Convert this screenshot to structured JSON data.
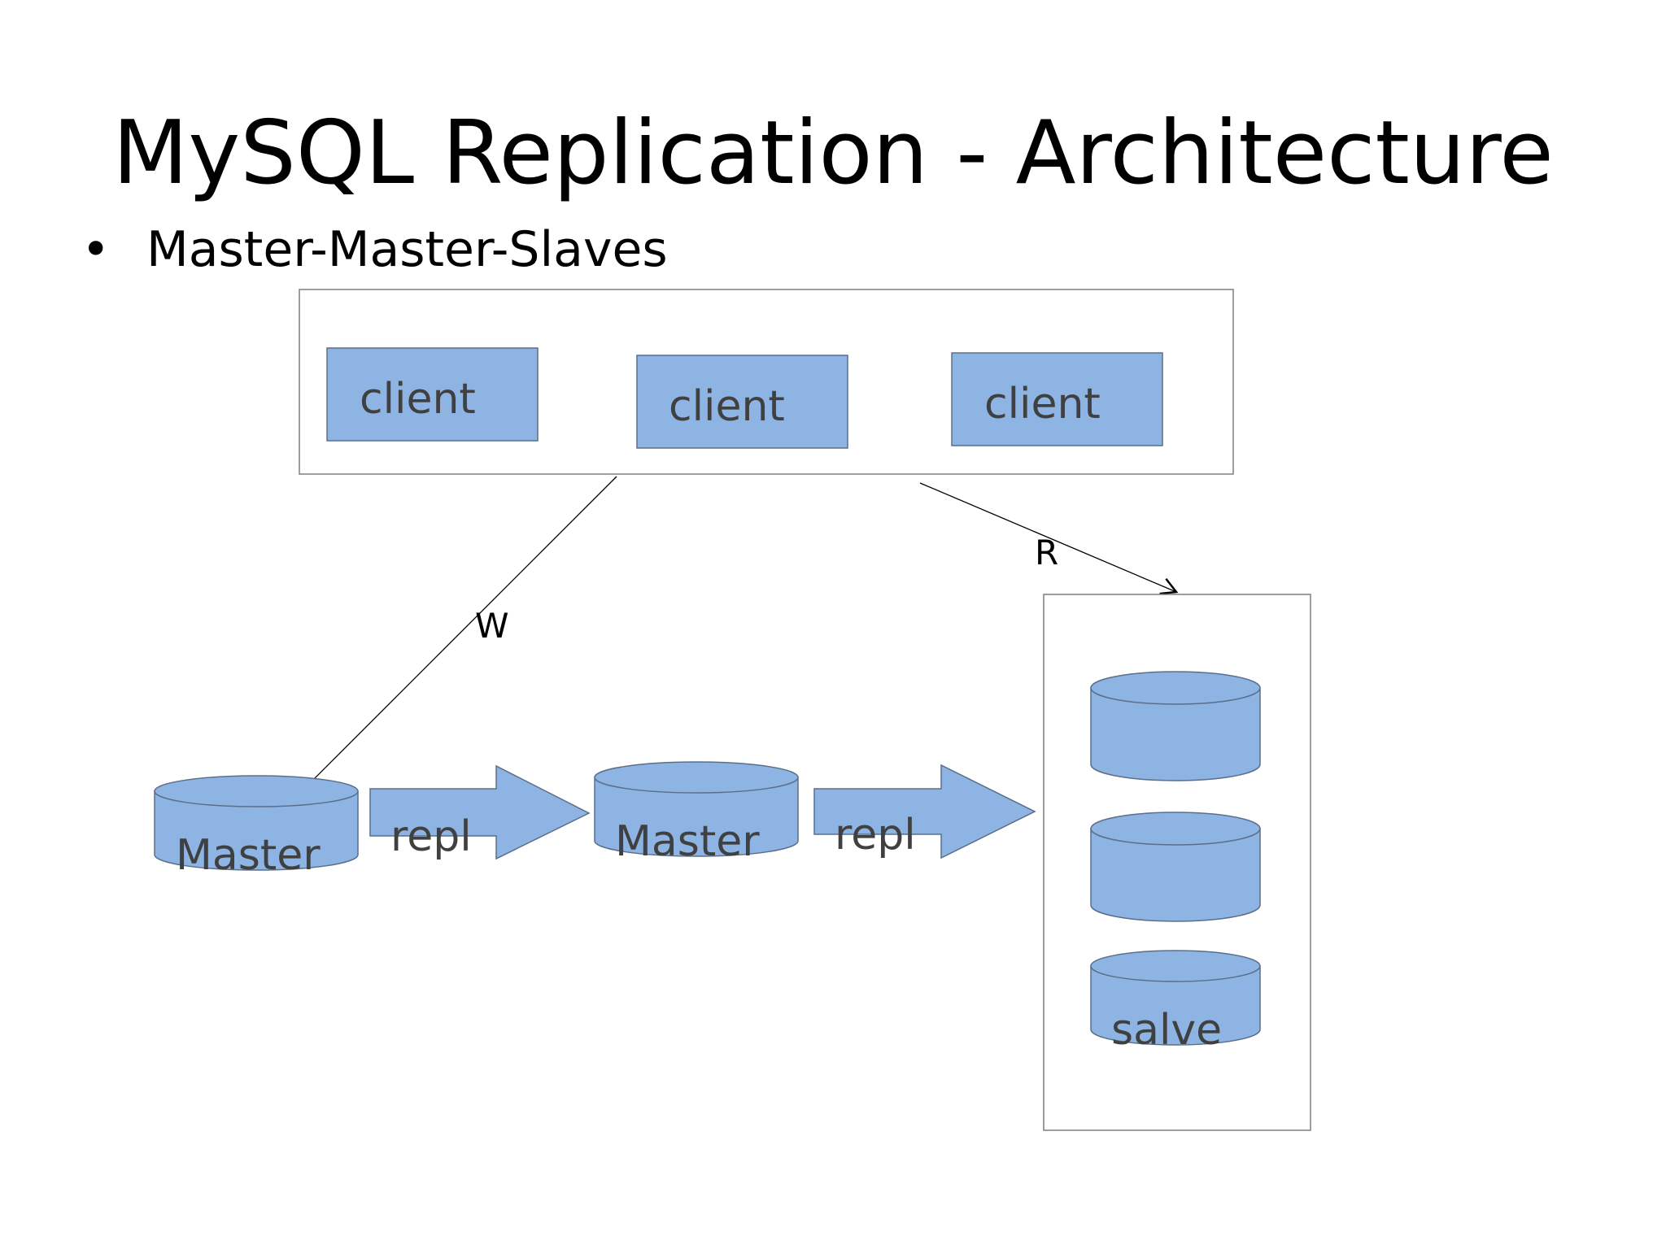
{
  "title": "MySQL Replication - Architecture",
  "bullet": "Master-Master-Slaves",
  "clients": [
    "client",
    "client",
    "client"
  ],
  "edges": {
    "write": "W",
    "read": "R"
  },
  "masters": [
    "Master",
    "Master"
  ],
  "repl_labels": [
    "repl",
    "repl"
  ],
  "slave_label": "salve",
  "colors": {
    "shape_fill": "#8eb4e3",
    "shape_stroke": "#5a6f8a",
    "text": "#404040"
  }
}
